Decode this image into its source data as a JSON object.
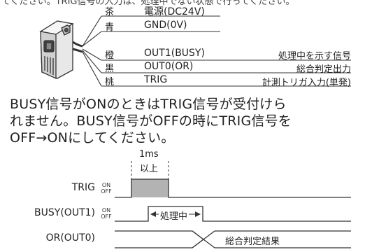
{
  "top_partial_text": "てください。TRIG信号の入力は、処理中でない状態で行ってください。",
  "wires": [
    {
      "color": "茶",
      "signal": "電源(DC24V)",
      "desc": ""
    },
    {
      "color": "青",
      "signal": "GND(0V)",
      "desc": ""
    },
    {
      "color": "橙",
      "signal": "OUT1(BUSY)",
      "desc": "処理中を示す信号"
    },
    {
      "color": "黒",
      "signal": "OUT0(OR)",
      "desc": "総合判定出力"
    },
    {
      "color": "桃",
      "signal": "TRIG",
      "desc": "計測トリガ入力(単発)"
    }
  ],
  "paragraph": [
    "BUSY信号がONのときはTRIG信号が受付けら",
    "れません。BUSY信号がOFFの時にTRIG信号を",
    "OFF→ONにしてください。"
  ],
  "timing": {
    "duration_label_line1": "1ms",
    "duration_label_line2": "以上",
    "on_label": "ON",
    "off_label": "OFF",
    "signals": [
      {
        "name": "TRIG",
        "box_label": ""
      },
      {
        "name": "BUSY(OUT1)",
        "box_label": "処理中"
      },
      {
        "name": "OR(OUT0)",
        "box_label": "総合判定結果"
      }
    ]
  },
  "colors": {
    "line": "#333333",
    "pulse_fill": "#b3b3b3"
  }
}
